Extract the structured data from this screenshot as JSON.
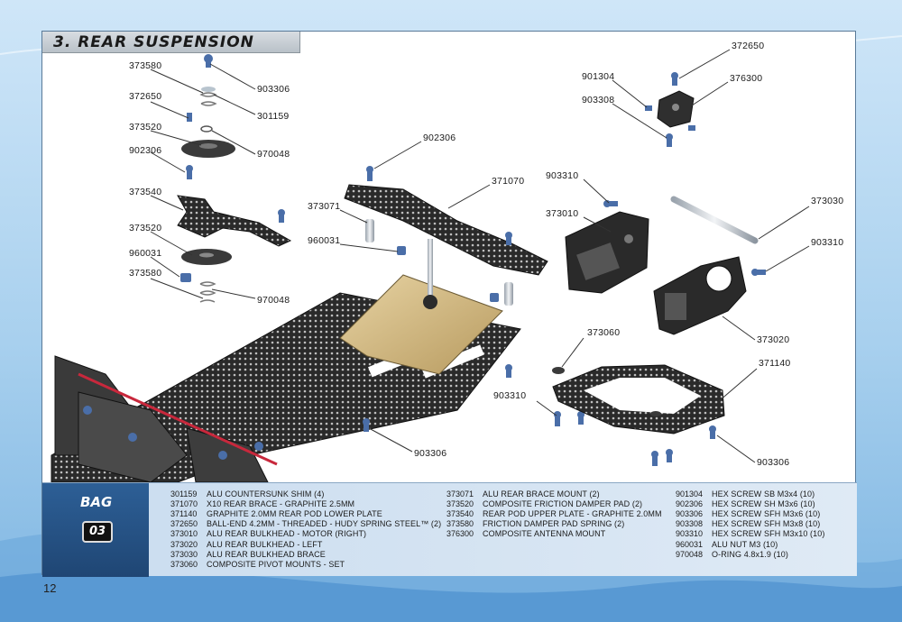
{
  "page": {
    "title": "3. REAR SUSPENSION",
    "page_number": "12",
    "bag_label": "BAG",
    "bag_number": "03"
  },
  "callouts": [
    {
      "id": "c1",
      "text": "373580"
    },
    {
      "id": "c2",
      "text": "903306"
    },
    {
      "id": "c3",
      "text": "372650"
    },
    {
      "id": "c4",
      "text": "301159"
    },
    {
      "id": "c5",
      "text": "373520"
    },
    {
      "id": "c6",
      "text": "970048"
    },
    {
      "id": "c7",
      "text": "902306"
    },
    {
      "id": "c8",
      "text": "373540"
    },
    {
      "id": "c9",
      "text": "373520"
    },
    {
      "id": "c10",
      "text": "960031"
    },
    {
      "id": "c11",
      "text": "373580"
    },
    {
      "id": "c12",
      "text": "970048"
    },
    {
      "id": "c13",
      "text": "902306"
    },
    {
      "id": "c14",
      "text": "371070"
    },
    {
      "id": "c15",
      "text": "373071"
    },
    {
      "id": "c16",
      "text": "960031"
    },
    {
      "id": "c17",
      "text": "372650"
    },
    {
      "id": "c18",
      "text": "901304"
    },
    {
      "id": "c19",
      "text": "376300"
    },
    {
      "id": "c20",
      "text": "903308"
    },
    {
      "id": "c21",
      "text": "903310"
    },
    {
      "id": "c22",
      "text": "373010"
    },
    {
      "id": "c23",
      "text": "373030"
    },
    {
      "id": "c24",
      "text": "903310"
    },
    {
      "id": "c25",
      "text": "373020"
    },
    {
      "id": "c26",
      "text": "373060"
    },
    {
      "id": "c27",
      "text": "371140"
    },
    {
      "id": "c28",
      "text": "903310"
    },
    {
      "id": "c29",
      "text": "903306"
    },
    {
      "id": "c30",
      "text": "903306"
    }
  ],
  "parts_columns": [
    [
      {
        "code": "301159",
        "desc": "ALU COUNTERSUNK SHIM (4)"
      },
      {
        "code": "371070",
        "desc": "X10 REAR BRACE - GRAPHITE 2.5MM"
      },
      {
        "code": "371140",
        "desc": "GRAPHITE 2.0MM REAR POD LOWER PLATE"
      },
      {
        "code": "372650",
        "desc": "BALL-END 4.2MM - THREADED - HUDY SPRING STEEL™ (2)"
      },
      {
        "code": "373010",
        "desc": "ALU REAR BULKHEAD - MOTOR (RIGHT)"
      },
      {
        "code": "373020",
        "desc": "ALU REAR BULKHEAD - LEFT"
      },
      {
        "code": "373030",
        "desc": "ALU REAR BULKHEAD BRACE"
      },
      {
        "code": "373060",
        "desc": "COMPOSITE PIVOT MOUNTS - SET"
      }
    ],
    [
      {
        "code": "373071",
        "desc": "ALU REAR BRACE MOUNT (2)"
      },
      {
        "code": "373520",
        "desc": "COMPOSITE FRICTION DAMPER PAD (2)"
      },
      {
        "code": "373540",
        "desc": "REAR POD UPPER PLATE - GRAPHITE 2.0MM"
      },
      {
        "code": "373580",
        "desc": "FRICTION DAMPER PAD SPRING (2)"
      },
      {
        "code": "376300",
        "desc": "COMPOSITE ANTENNA MOUNT"
      }
    ],
    [
      {
        "code": "901304",
        "desc": "HEX SCREW SB M3x4  (10)"
      },
      {
        "code": "902306",
        "desc": "HEX SCREW SH M3x6  (10)"
      },
      {
        "code": "903306",
        "desc": "HEX SCREW SFH M3x6  (10)"
      },
      {
        "code": "903308",
        "desc": "HEX SCREW SFH M3x8  (10)"
      },
      {
        "code": "903310",
        "desc": "HEX SCREW SFH M3x10  (10)"
      },
      {
        "code": "960031",
        "desc": "ALU NUT M3  (10)"
      },
      {
        "code": "970048",
        "desc": "O-RING 4.8x1.9  (10)"
      }
    ]
  ],
  "colors": {
    "carbon": "#2b2b2b",
    "gold_plate": "#c9b07a",
    "screw_blue": "#4a6ea8",
    "bag_blue": "#1f4674",
    "accent_red": "#c8283c"
  }
}
